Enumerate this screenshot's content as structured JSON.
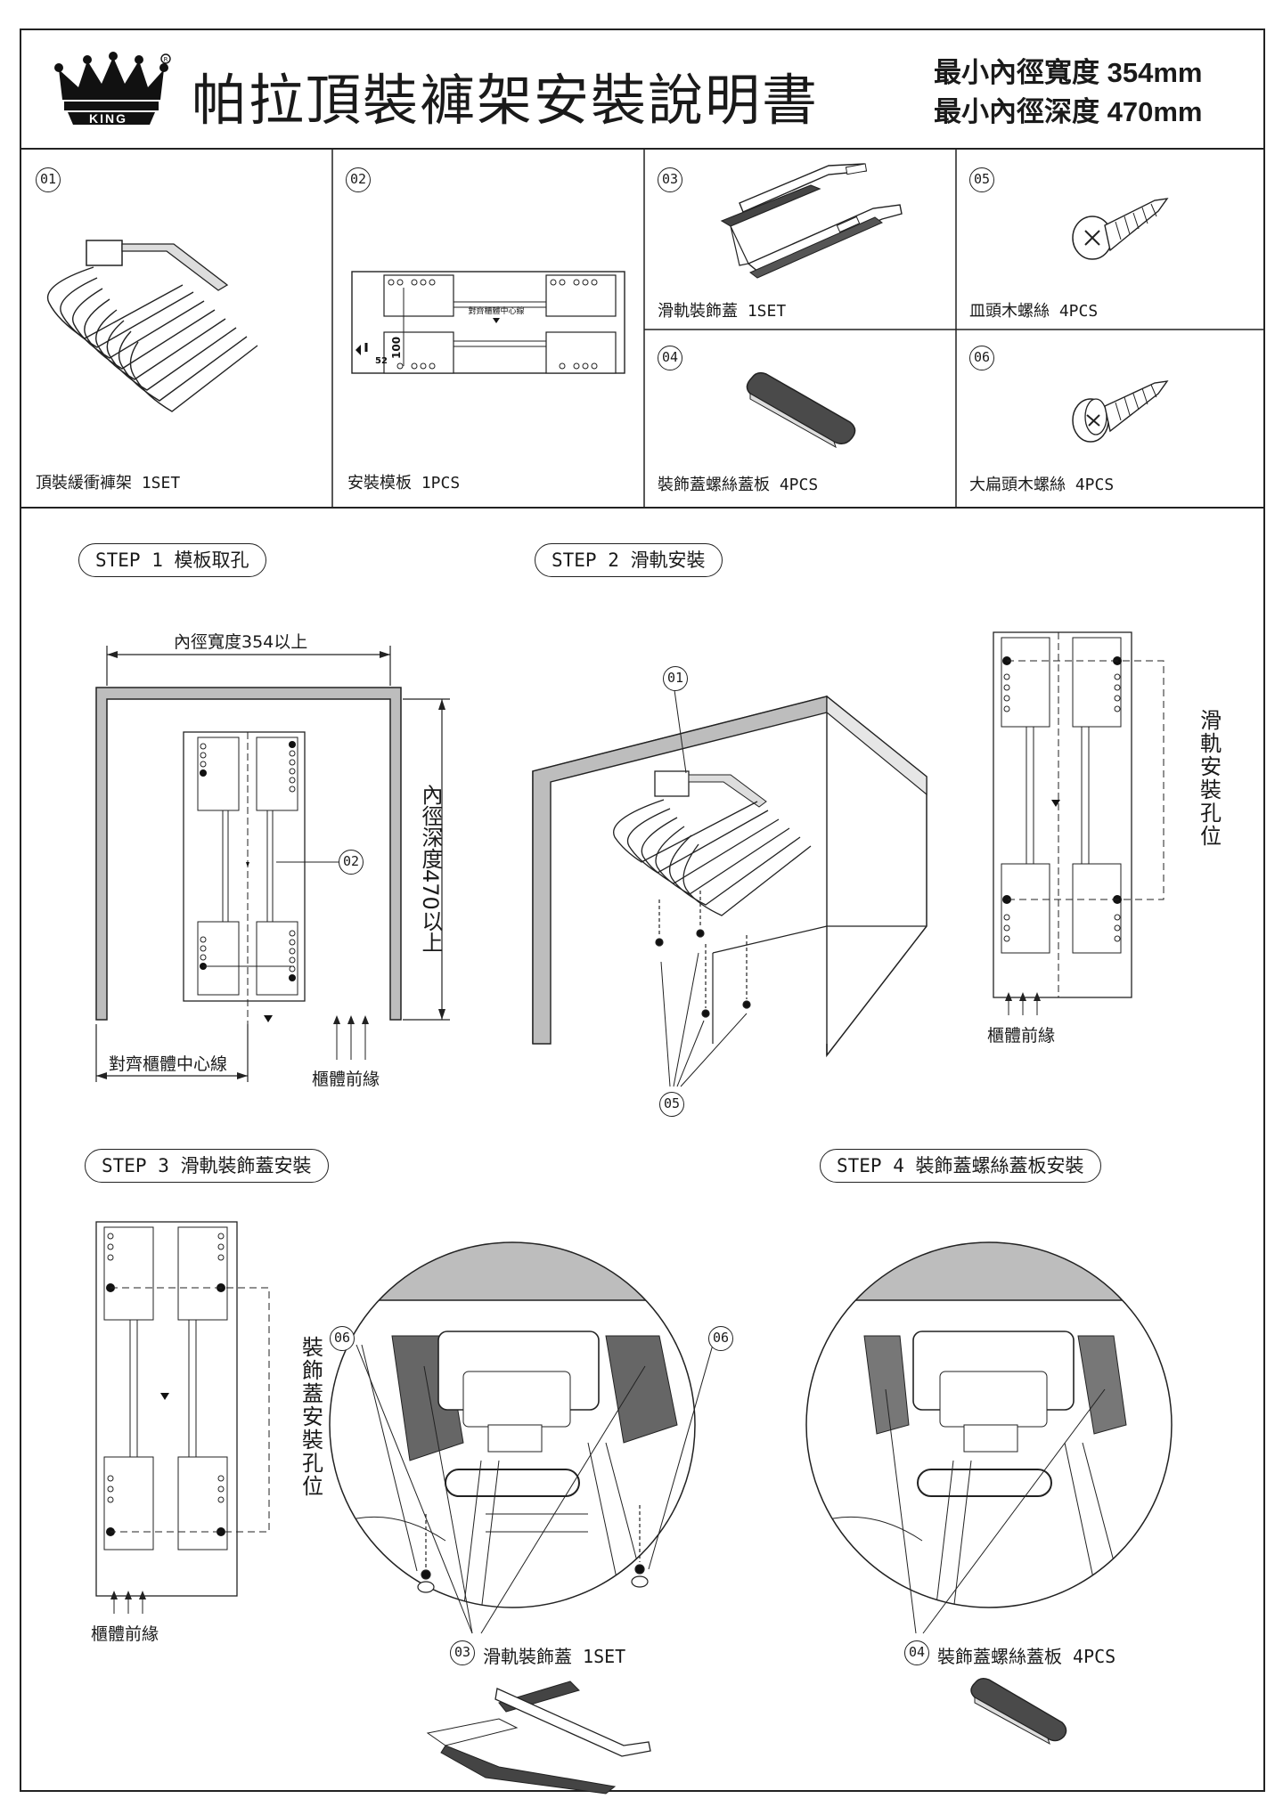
{
  "header": {
    "brand": "KING",
    "title": "帕拉頂裝褲架安裝說明書",
    "spec_width": "最小內徑寬度 354mm",
    "spec_depth": "最小內徑深度 470mm"
  },
  "parts": [
    {
      "num": "01",
      "label": "頂裝緩衝褲架 1SET"
    },
    {
      "num": "02",
      "label": "安裝模板 1PCS"
    },
    {
      "num": "03",
      "label": "滑軌裝飾蓋 1SET"
    },
    {
      "num": "04",
      "label": "裝飾蓋螺絲蓋板 4PCS"
    },
    {
      "num": "05",
      "label": "皿頭木螺絲 4PCS"
    },
    {
      "num": "06",
      "label": "大扁頭木螺絲 4PCS"
    }
  ],
  "template_text": {
    "center_line": "對齊櫃體中心線",
    "dim_100": "100",
    "dim_52": "52"
  },
  "steps": [
    {
      "label": "STEP 1 模板取孔"
    },
    {
      "label": "STEP 2 滑軌安裝"
    },
    {
      "label": "STEP 3 滑軌裝飾蓋安裝"
    },
    {
      "label": "STEP 4 裝飾蓋螺絲蓋板安裝"
    }
  ],
  "step1": {
    "width_dim": "內徑寬度354以上",
    "depth_dim": "內徑深度470以上",
    "center_label": "對齊櫃體中心線",
    "front_label": "櫃體前緣",
    "callout": "02"
  },
  "step2": {
    "callout_top": "01",
    "callout_bottom": "05",
    "rail_holes": "滑軌安裝孔位",
    "front_label": "櫃體前緣"
  },
  "step3": {
    "cover_holes": "裝飾蓋安裝孔位",
    "front_label": "櫃體前緣",
    "callout_left": "06",
    "callout_right": "06",
    "part_num": "03",
    "part_label": "滑軌裝飾蓋 1SET"
  },
  "step4": {
    "part_num": "04",
    "part_label": "裝飾蓋螺絲蓋板 4PCS"
  },
  "colors": {
    "line": "#222222",
    "fill_dark": "#4a4a4a",
    "fill_gray": "#bdbdbd",
    "paper": "#ffffff"
  }
}
